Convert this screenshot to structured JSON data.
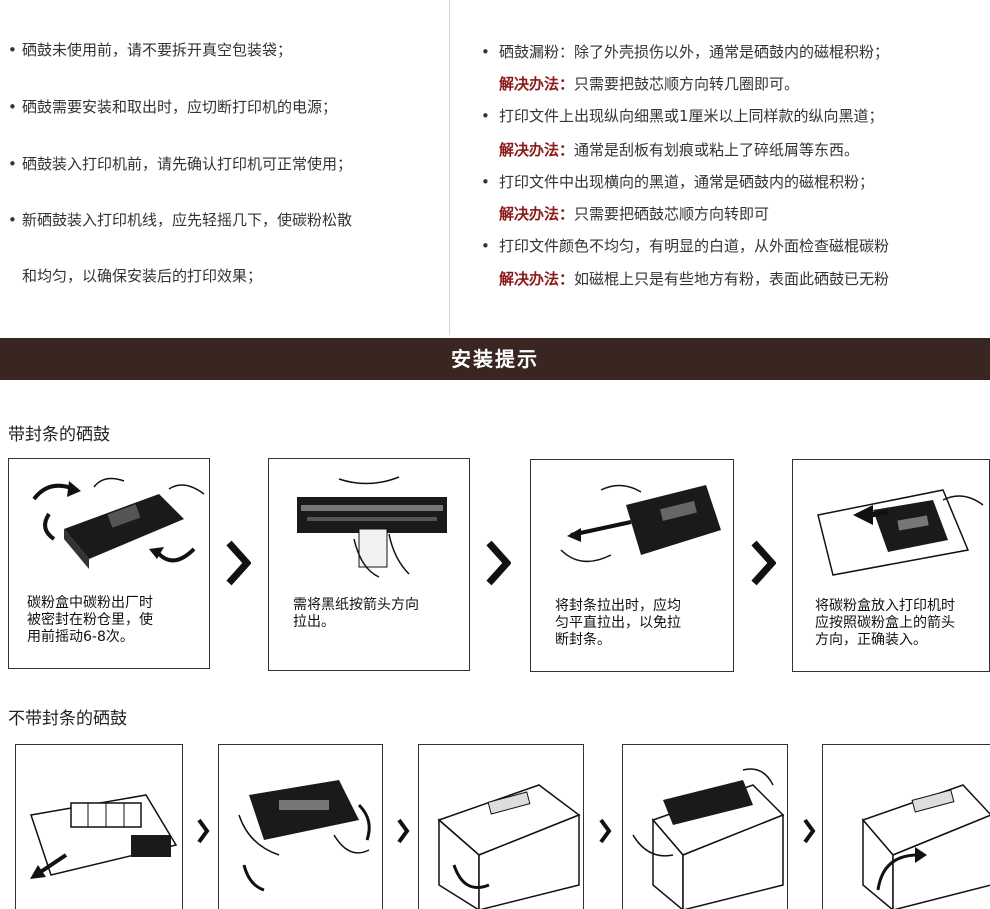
{
  "care_notes": [
    {
      "text": "硒鼓未使用前，请不要拆开真空包装袋；"
    },
    {
      "text": "硒鼓需要安装和取出时，应切断打印机的电源；"
    },
    {
      "text": "硒鼓装入打印机前，请先确认打印机可正常使用；"
    },
    {
      "text": "新硒鼓装入打印机线，应先轻摇几下，使碳粉松散",
      "continuation": "和均匀，以确保安装后的打印效果；"
    }
  ],
  "troubleshooting": [
    {
      "problem": "硒鼓漏粉：除了外壳损伤以外，通常是硒鼓内的磁棍积粉；",
      "solution_label": "解决办法：",
      "solution": "只需要把鼓芯顺方向转几圈即可。"
    },
    {
      "problem": "打印文件上出现纵向细黑或1厘米以上同样款的纵向黑道；",
      "solution_label": "解决办法：",
      "solution": "通常是刮板有划痕或粘上了碎纸屑等东西。"
    },
    {
      "problem": "打印文件中出现横向的黑道，通常是硒鼓内的磁棍积粉；",
      "solution_label": "解决办法：",
      "solution": "只需要把硒鼓芯顺方向转即可"
    },
    {
      "problem": "打印文件颜色不均匀，有明显的白道，从外面检查磁棍碳粉",
      "solution_label": "解决办法：",
      "solution": "如磁棍上只是有些地方有粉，表面此硒鼓已无粉"
    }
  ],
  "banner": {
    "title": "安装提示"
  },
  "sealed": {
    "title": "带封条的硒鼓",
    "steps": [
      {
        "caption": "碳粉盒中碳粉出厂时\n被密封在粉仓里，使\n用前摇动6-8次。"
      },
      {
        "caption": "需将黑纸按箭头方向\n拉出。"
      },
      {
        "caption": "将封条拉出时，应均\n匀平直拉出，以免拉\n断封条。"
      },
      {
        "caption": "将碳粉盒放入打印机时\n应按照碳粉盒上的箭头\n方向，正确装入。"
      }
    ]
  },
  "unsealed": {
    "title": "不带封条的硒鼓",
    "steps": [
      {},
      {},
      {},
      {},
      {}
    ]
  }
}
